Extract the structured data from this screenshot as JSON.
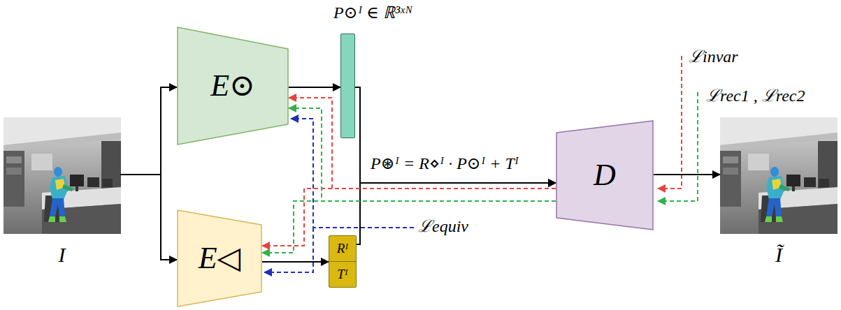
{
  "diagram": {
    "nodes": [
      {
        "text": [
          "I"
        ]
      },
      {
        "text": [
          "E⊙"
        ]
      },
      {
        "text": [
          "E◁"
        ]
      },
      {
        "text": [
          "P⊙ᴵ ∈ ℝ³ˣᴺ"
        ]
      },
      {
        "text": [
          "Rᴵ",
          "Tᴵ"
        ]
      },
      {
        "text": [
          "D"
        ]
      },
      {
        "text": [
          "Ĩ"
        ]
      }
    ],
    "edges": [
      {
        "from": 0,
        "to": 1,
        "arrow": "to"
      },
      {
        "from": 0,
        "to": 2,
        "arrow": "to"
      },
      {
        "from": 1,
        "to": 3,
        "arrow": "to"
      },
      {
        "from": 2,
        "to": 4,
        "arrow": "to"
      },
      {
        "from": 3,
        "to": 5,
        "label": "P⊛ᴵ = R⋄ᴵ · P⊙ᴵ + Tᴵ",
        "arrow": "to"
      },
      {
        "from": 4,
        "to": 5,
        "arrow": "to"
      },
      {
        "from": 5,
        "to": 6,
        "arrow": "to"
      },
      {
        "from": 5,
        "to": 1,
        "arrow": "to"
      },
      {
        "from": 5,
        "to": 2,
        "arrow": "to"
      },
      {
        "from": 5,
        "to": 1,
        "arrow": "to"
      },
      {
        "from": 5,
        "to": 2,
        "arrow": "to"
      }
    ],
    "labels": [
      "ℒinvar",
      "ℒrec1 , ℒrec2",
      "ℒequiv"
    ]
  }
}
